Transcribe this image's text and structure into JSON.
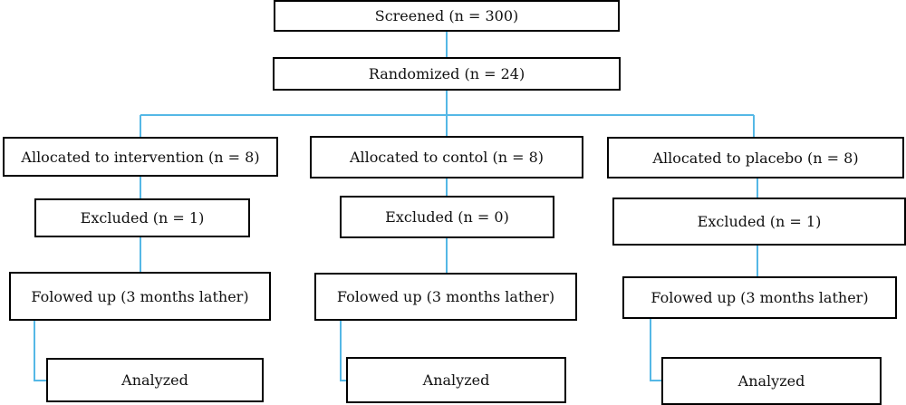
{
  "colors": {
    "connector": "#55b8e6",
    "box_border": "#000000",
    "text": "#111111"
  },
  "flowchart": {
    "screened": "Screened (n = 300)",
    "randomized": "Randomized (n = 24)",
    "arms": [
      {
        "allocated": "Allocated to intervention (n = 8)",
        "excluded": "Excluded (n = 1)",
        "followed_up": "Folowed up (3 months lather)",
        "analyzed": "Analyzed"
      },
      {
        "allocated": "Allocated to contol (n = 8)",
        "excluded": "Excluded (n = 0)",
        "followed_up": "Folowed up (3 months lather)",
        "analyzed": "Analyzed"
      },
      {
        "allocated": "Allocated to placebo (n = 8)",
        "excluded": "Excluded (n = 1)",
        "followed_up": "Folowed up (3 months lather)",
        "analyzed": "Analyzed"
      }
    ]
  }
}
